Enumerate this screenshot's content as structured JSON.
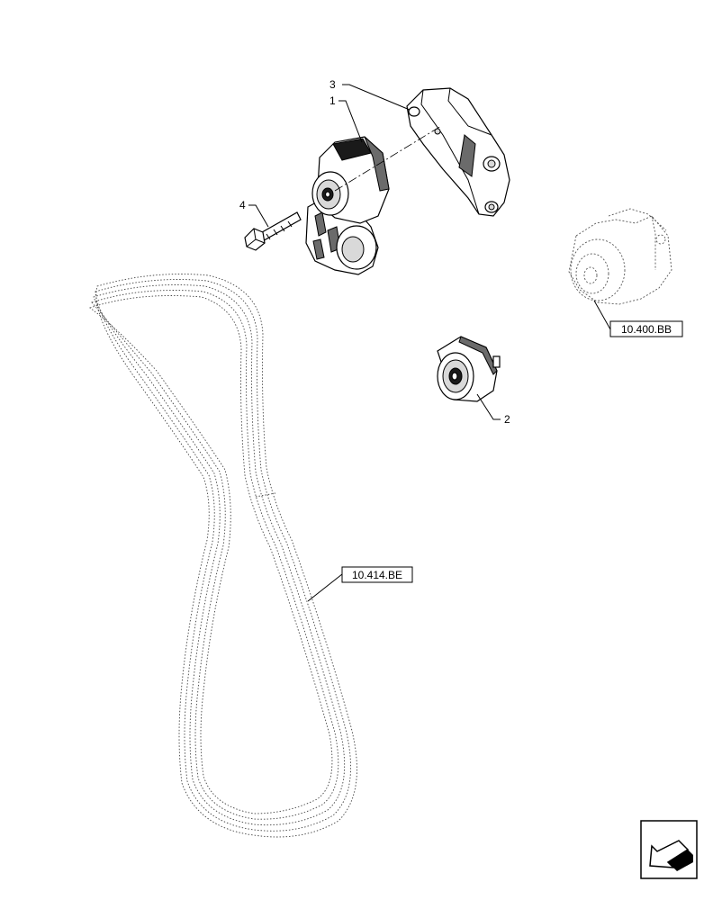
{
  "callouts": {
    "c1": "1",
    "c2": "2",
    "c3": "3",
    "c4": "4"
  },
  "references": {
    "water_pump": "10.400.BB",
    "belt": "10.414.BE"
  },
  "icons": {
    "nav": "previous-page-arrow-icon"
  }
}
